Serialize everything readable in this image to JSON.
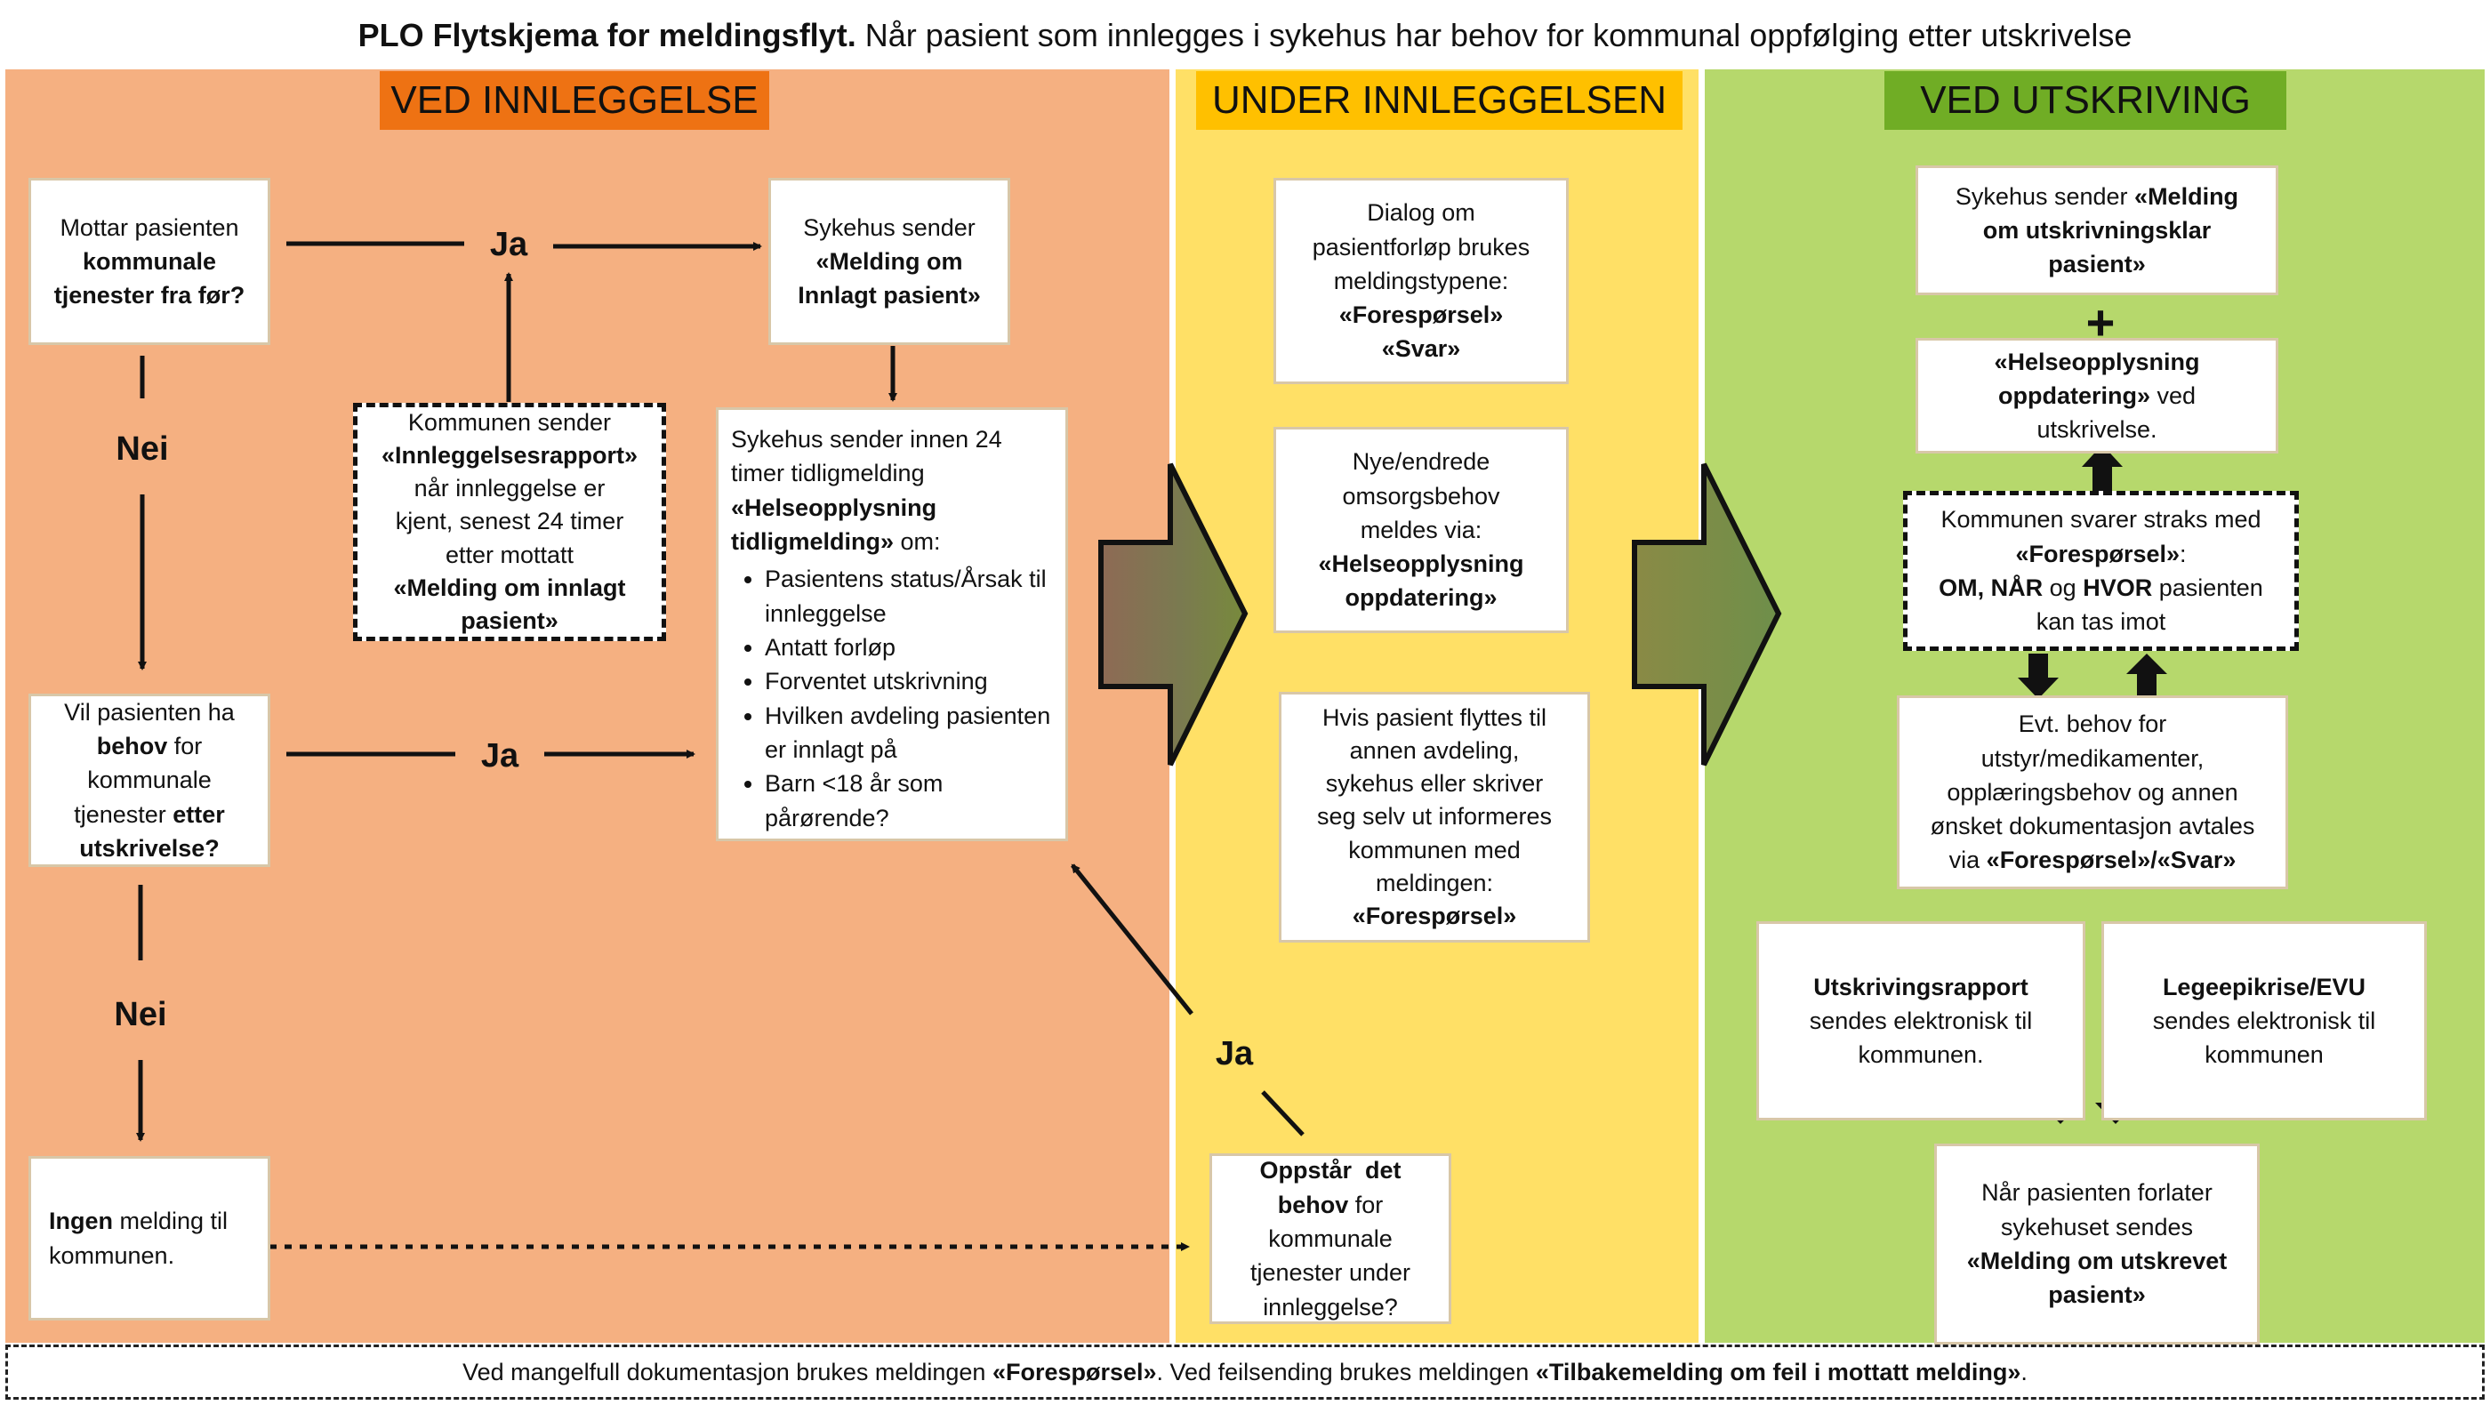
{
  "title": {
    "bold": "PLO Flytskjema for meldingsflyt.",
    "rest": "Når pasient som innlegges i sykehus har behov for kommunal oppfølging etter utskrivelse"
  },
  "columns": {
    "col1_header": "VED INNLEGGELSE",
    "col2_header": "UNDER INNLEGGELSEN",
    "col3_header": "VED UTSKRIVING",
    "colors": {
      "col1": "#f5b081",
      "col2": "#ffe066",
      "col3": "#b6d86c",
      "hdr1": "#ee7213",
      "hdr2": "#ffc000",
      "hdr3": "#70ad25"
    }
  },
  "col1": {
    "q1": {
      "a": "Mottar pasienten",
      "b": "kommunale",
      "c": "tjenester fra før?"
    },
    "q2": {
      "a": "Vil pasienten ha",
      "b1": "behov",
      "b2": " for",
      "c": "kommunale",
      "d1": "tjenester ",
      "d2": "etter",
      "e": "utskrivelse?"
    },
    "none": {
      "a1": "Ingen",
      "a2": " melding til",
      "b": "kommunen."
    },
    "innlagt": {
      "a": "Sykehus sender",
      "b": "«Melding om",
      "c": "Innlagt pasient»"
    },
    "rapport": {
      "a": "Kommunen sender",
      "b": "«Innleggelsesrapport»",
      "c": "når innleggelse er",
      "d": "kjent, senest 24 timer",
      "e": "etter mottatt",
      "f": "«Melding om innlagt",
      "g": "pasient»"
    },
    "tidlig": {
      "a": "Sykehus sender innen 24",
      "b": "timer tidligmelding",
      "c": "«Helseopplysning",
      "d1": "tidligmelding»",
      "d2": " om:",
      "items": [
        "Pasientens status/Årsak til innleggelse",
        "Antatt forløp",
        "Forventet utskrivning",
        "Hvilken avdeling pasienten er innlagt på",
        "Barn <18 år som pårørende?"
      ]
    },
    "labels": {
      "ja1": "Ja",
      "nei1": "Nei",
      "ja2": "Ja",
      "nei2": "Nei"
    }
  },
  "col2": {
    "dialog": {
      "a": "Dialog om",
      "b": "pasientforløp brukes",
      "c": "meldingstypene:",
      "d": "«Forespørsel»",
      "e": "«Svar»"
    },
    "nye": {
      "a": "Nye/endrede",
      "b": "omsorgsbehov",
      "c": "meldes via:",
      "d": "«Helseopplysning",
      "e": "oppdatering»"
    },
    "flytt": {
      "a": "Hvis pasient flyttes til",
      "b": "annen avdeling,",
      "c": "sykehus eller skriver",
      "d": "seg selv ut informeres",
      "e": "kommunen med",
      "f": "meldingen:",
      "g": "«Forespørsel»"
    },
    "oppstar": {
      "a": "Oppstår  det",
      "b1": "behov",
      "b2": " for",
      "c": "kommunale",
      "d": "tjenester under",
      "e": "innleggelse?"
    },
    "ja3": "Ja"
  },
  "col3": {
    "utskr": {
      "a1": "Sykehus sender ",
      "a2": "«Melding",
      "b": "om utskrivningsklar",
      "c": "pasient»"
    },
    "plus": "+",
    "helse": {
      "a": "«Helseopplysning",
      "b1": "oppdatering»",
      "b2": " ved",
      "c": "utskrivelse."
    },
    "svarer": {
      "a": "Kommunen svarer straks med",
      "b1": "«Forespørsel»",
      "b2": ":",
      "c1": "OM, NÅR",
      "c2": " og ",
      "c3": "HVOR",
      "c4": " pasienten",
      "d": "kan tas imot"
    },
    "evt": {
      "a": "Evt. behov for",
      "b": "utstyr/medikamenter,",
      "c": "opplæringsbehov og annen",
      "d": "ønsket dokumentasjon avtales",
      "e1": "via ",
      "e2": "«Forespørsel»/«Svar»"
    },
    "rapport": {
      "a": "Utskrivingsrapport",
      "b": "sendes elektronisk til",
      "c": "kommunen."
    },
    "lege": {
      "a": "Legeepikrise/EVU",
      "b": "sendes elektronisk til",
      "c": "kommunen"
    },
    "forlater": {
      "a": "Når pasienten forlater",
      "b": "sykehuset sendes",
      "c": "«Melding om utskrevet",
      "d": "pasient»"
    }
  },
  "footer": {
    "a": "Ved mangelfull dokumentasjon brukes meldingen ",
    "b": "«Forespørsel»",
    "c": ". Ved feilsending brukes meldingen ",
    "d": "«Tilbakemelding om feil i mottatt melding»",
    "e": "."
  }
}
